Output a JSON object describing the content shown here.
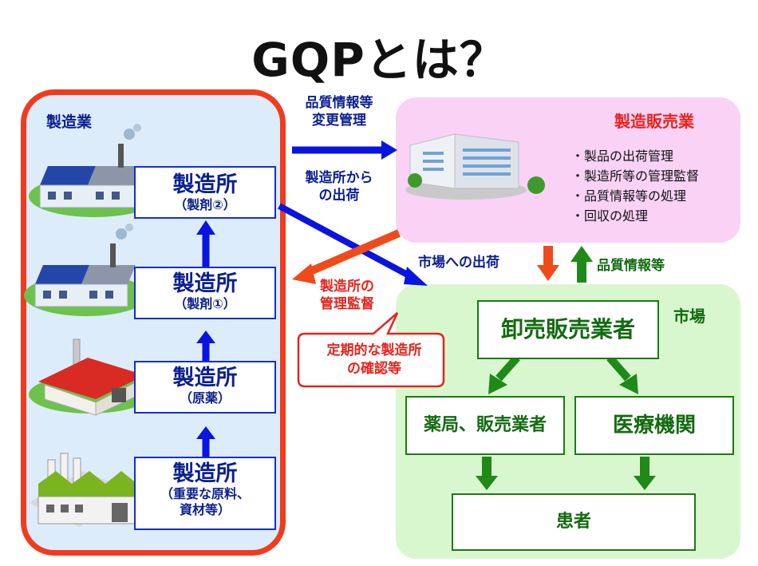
{
  "title": "GQPとは？",
  "manufacturing": {
    "label": "製造業",
    "sites": [
      {
        "name": "製造所",
        "sub": "（製剤②）"
      },
      {
        "name": "製造所",
        "sub": "（製剤①）"
      },
      {
        "name": "製造所",
        "sub": "（原薬）"
      },
      {
        "name": "製造所",
        "sub": "（重要な原料、",
        "sub2": "資材等）"
      }
    ]
  },
  "mah": {
    "title": "製造販売業",
    "duties": [
      "・製品の出荷管理",
      "・製造所等の管理監督",
      "・品質情報等の処理",
      "・回収の処理"
    ]
  },
  "flows": {
    "quality_change_line1": "品質情報等",
    "quality_change_line2": "変更管理",
    "shipment_from_site_line1": "製造所から",
    "shipment_from_site_line2": "の出荷",
    "supervision_line1": "製造所の",
    "supervision_line2": "管理監督",
    "callout_line1": "定期的な製造所",
    "callout_line2": "の確認等",
    "market_shipment": "市場への出荷",
    "quality_info": "品質情報等"
  },
  "market": {
    "label": "市場",
    "wholesaler": "卸売販売業者",
    "pharmacy": "薬局、販売業者",
    "medical": "医療機関",
    "patient": "患者"
  },
  "colors": {
    "blue_arrow": "#0a14e0",
    "red_arrow": "#f04a1a",
    "green_arrow": "#1f8a17",
    "panel_border": "#f23a1d"
  }
}
